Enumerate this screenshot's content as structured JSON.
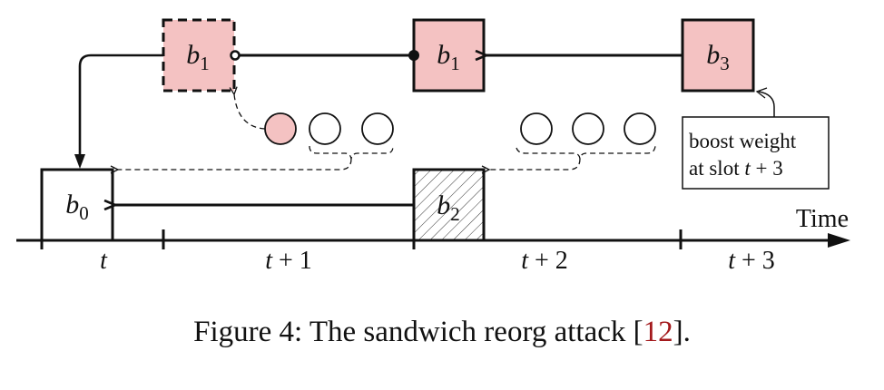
{
  "figure": {
    "blocks": {
      "b0": {
        "name": "b",
        "sub": "0"
      },
      "b1_withheld": {
        "name": "b",
        "sub": "1"
      },
      "b1_released": {
        "name": "b",
        "sub": "1"
      },
      "b2": {
        "name": "b",
        "sub": "2"
      },
      "b3": {
        "name": "b",
        "sub": "3"
      }
    },
    "annotation": {
      "line1": "boost weight",
      "line2_prefix": "at slot ",
      "line2_var": "t",
      "line2_suffix": " + 3"
    },
    "axis": {
      "label": "Time",
      "slots": [
        {
          "var": "t",
          "suffix": ""
        },
        {
          "var": "t",
          "suffix": " + 1"
        },
        {
          "var": "t",
          "suffix": " + 2"
        },
        {
          "var": "t",
          "suffix": " + 3"
        }
      ]
    },
    "colors": {
      "attacker_fill": "#f4c2c2",
      "stroke": "#111111",
      "reference": "#a3191c"
    }
  },
  "caption": {
    "prefix": "Figure 4: The sandwich reorg attack [",
    "ref": "12",
    "suffix": "]."
  }
}
